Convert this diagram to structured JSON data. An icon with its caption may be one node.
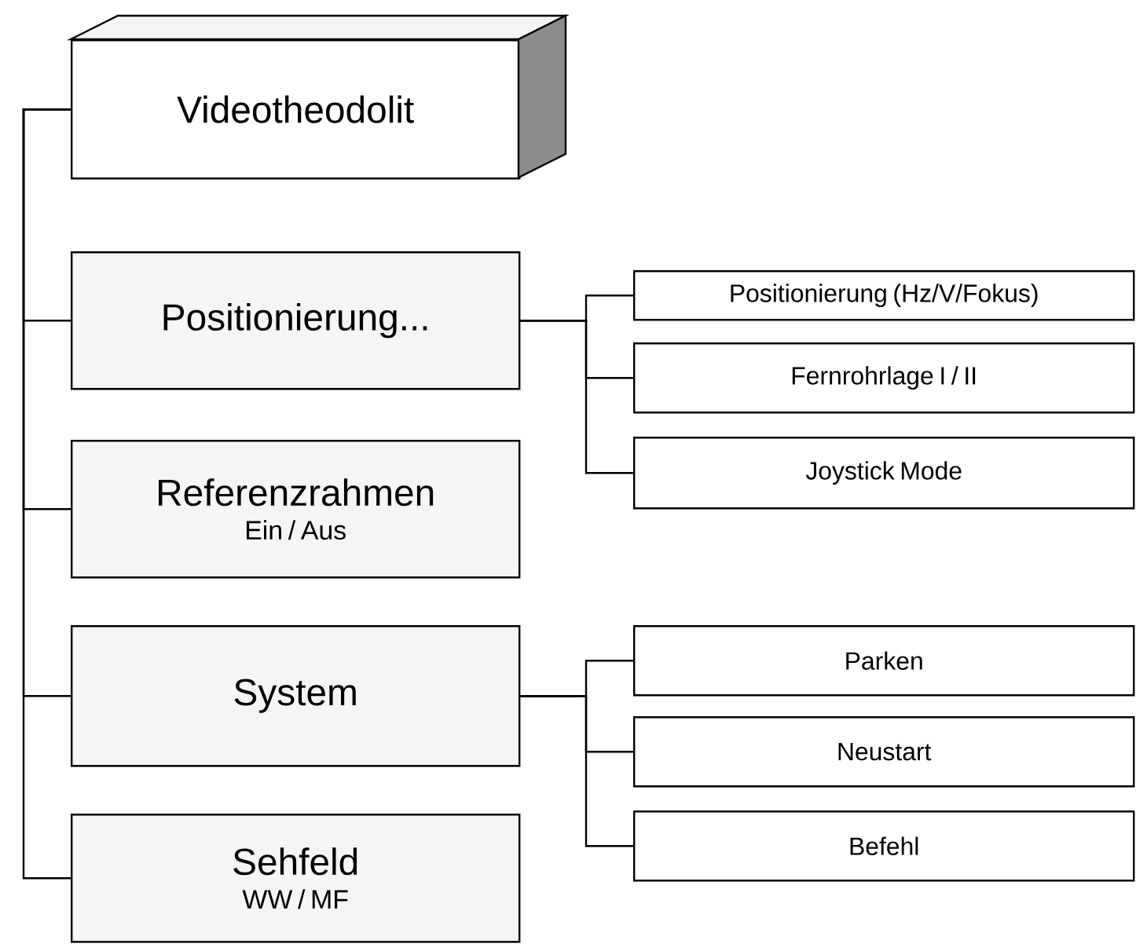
{
  "diagram": {
    "nodes": [
      {
        "text": [
          "Videotheodolit"
        ]
      },
      {
        "text": [
          "Positionierung..."
        ]
      },
      {
        "text": [
          "Referenzrahmen",
          "Ein / Aus"
        ]
      },
      {
        "text": [
          "System"
        ]
      },
      {
        "text": [
          "Sehfeld",
          "WW / MF"
        ]
      },
      {
        "text": [
          "Positionierung (Hz/V/Fokus)"
        ]
      },
      {
        "text": [
          "Fernrohrlage I / II"
        ]
      },
      {
        "text": [
          "Joystick Mode"
        ]
      },
      {
        "text": [
          "Parken"
        ]
      },
      {
        "text": [
          "Neustart"
        ]
      },
      {
        "text": [
          "Befehl"
        ]
      }
    ],
    "edges": [
      {
        "from": 0,
        "to": 1,
        "arrow": "none"
      },
      {
        "from": 0,
        "to": 2,
        "arrow": "none"
      },
      {
        "from": 0,
        "to": 3,
        "arrow": "none"
      },
      {
        "from": 0,
        "to": 4,
        "arrow": "none"
      },
      {
        "from": 1,
        "to": 5,
        "arrow": "none"
      },
      {
        "from": 1,
        "to": 6,
        "arrow": "none"
      },
      {
        "from": 1,
        "to": 7,
        "arrow": "none"
      },
      {
        "from": 3,
        "to": 8,
        "arrow": "none"
      },
      {
        "from": 3,
        "to": 9,
        "arrow": "none"
      },
      {
        "from": 3,
        "to": 10,
        "arrow": "none"
      }
    ]
  }
}
